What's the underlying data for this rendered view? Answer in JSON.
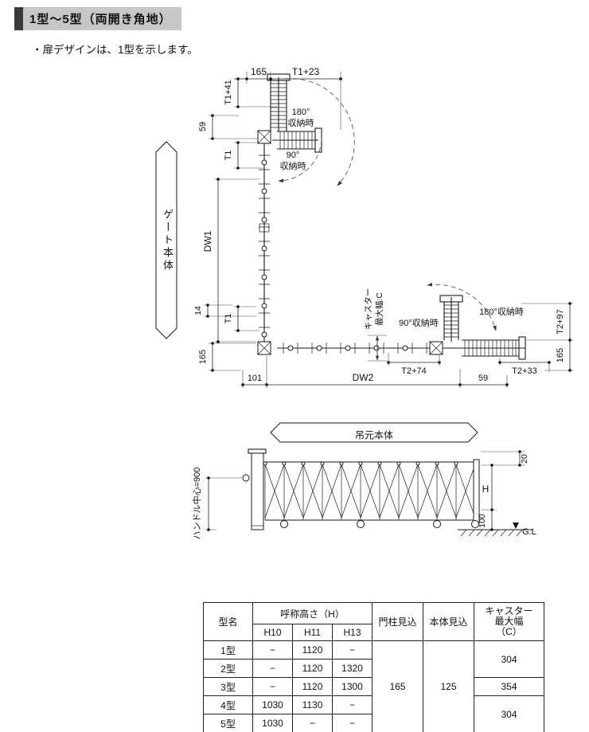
{
  "header": {
    "title": "1型～5型（両開き角地）"
  },
  "note": "・扉デザインは、1型を示します。",
  "plan": {
    "dims": {
      "d165_top": "165",
      "t1_23": "T1+23",
      "t1_41": "T1+41",
      "d59_top": "59",
      "t1_upper": "T1",
      "dw1": "DW1",
      "d14": "14",
      "t1_lower": "T1",
      "d165_left": "165",
      "d101": "101",
      "dw2": "DW2",
      "d59_bottom": "59",
      "t2_74": "T2+74",
      "t2_33": "T2+33",
      "t2_97": "T2+97",
      "d165_right": "165"
    },
    "labels": {
      "s180_line1": "180°",
      "s180_line2": "収納時",
      "s90_line1": "90°",
      "s90_line2": "収納時",
      "s90_right": "90°収納時",
      "s180_right": "180°収納時",
      "caster_line1": "キャスター",
      "caster_line2": "最大幅:C",
      "gate_body": "ゲート本体",
      "hanging_body": "吊元本体"
    }
  },
  "elevation": {
    "handle_center": "ハンドル中心=900",
    "d20": "20",
    "h": "H",
    "d100": "100",
    "gl": "G.L"
  },
  "table": {
    "col_type": "型名",
    "col_height_group": "呼称高さ（H）",
    "col_h10": "H10",
    "col_h11": "H11",
    "col_h13": "H13",
    "col_pillar": "門柱見込",
    "col_body": "本体見込",
    "col_caster": "キャスター\n最大幅\n（C）",
    "pillar_value": "165",
    "body_value": "125",
    "caster_values": {
      "rows12": "304",
      "row3": "354",
      "rows45": "304"
    },
    "rows": [
      {
        "name": "1型",
        "h10": "−",
        "h11": "1120",
        "h13": "−"
      },
      {
        "name": "2型",
        "h10": "−",
        "h11": "1120",
        "h13": "1320"
      },
      {
        "name": "3型",
        "h10": "−",
        "h11": "1120",
        "h13": "1300"
      },
      {
        "name": "4型",
        "h10": "1030",
        "h11": "1130",
        "h13": "−"
      },
      {
        "name": "5型",
        "h10": "1030",
        "h11": "−",
        "h13": "−"
      }
    ]
  }
}
